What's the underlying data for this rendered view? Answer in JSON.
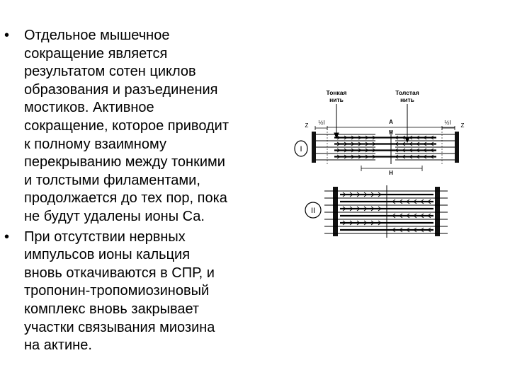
{
  "text": {
    "bullets": [
      {
        "lines": [
          "Отдельное мышечное",
          "сокращение является",
          "результатом сотен циклов",
          "образования и разъединения",
          "мостиков. Активное",
          "сокращение, которое приводит",
          "к полному взаимному",
          "перекрыванию между тонкими",
          "и толстыми филаментами,",
          "продолжается до тех пор, пока",
          "не будут удалены ионы Са."
        ]
      },
      {
        "lines": [
          "При отсутствии нервных",
          "импульсов ионы кальция",
          "вновь откачиваются в СПР, и",
          "тропонин-тропомиозиновый",
          "комплекс вновь закрывает",
          "участки связывания миозина",
          "на актине."
        ]
      }
    ]
  },
  "figure": {
    "thin_filament_label": [
      "Тонкая",
      "нить"
    ],
    "thick_filament_label": [
      "Толстая",
      "нить"
    ],
    "state_1_label": "I",
    "state_2_label": "II",
    "z_left": "Z",
    "z_right": "Z",
    "i_band_left": "½I",
    "i_band_right": "½I",
    "a_band": "A",
    "m_line": "M",
    "h_zone": "H"
  }
}
